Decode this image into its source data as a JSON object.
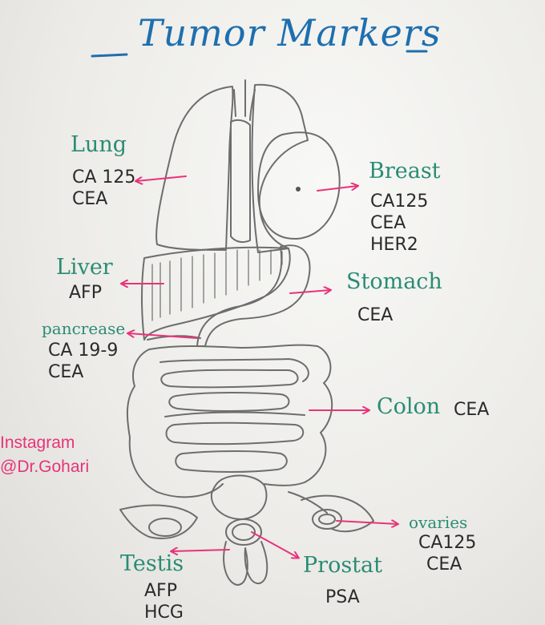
{
  "title": "Tumor Markers",
  "organs": {
    "lung": {
      "name": "Lung",
      "markers": [
        "CA 125",
        "CEA"
      ]
    },
    "breast": {
      "name": "Breast",
      "markers": [
        "CA125",
        "CEA",
        "HER2"
      ]
    },
    "liver": {
      "name": "Liver",
      "markers": [
        "AFP"
      ]
    },
    "stomach": {
      "name": "Stomach",
      "markers": [
        "CEA"
      ]
    },
    "pancreas": {
      "name": "pancrease",
      "markers": [
        "CA 19-9",
        "CEA"
      ]
    },
    "colon": {
      "name": "Colon",
      "markers": [
        "CEA"
      ]
    },
    "ovaries": {
      "name": "ovaries",
      "markers": [
        "CA125",
        "CEA"
      ]
    },
    "testis": {
      "name": "Testis",
      "markers": [
        "AFP",
        "HCG"
      ]
    },
    "prostate": {
      "name": "Prostat",
      "markers": [
        "PSA"
      ]
    }
  },
  "social": {
    "platform": "Instagram",
    "handle": "@Dr.Gohari"
  },
  "colors": {
    "title": "#1e6fae",
    "organ_label": "#2a8c75",
    "arrow": "#e8337a",
    "marker_text": "#2b2b2b",
    "sketch": "#6d6d6d",
    "social": "#e8337a"
  }
}
